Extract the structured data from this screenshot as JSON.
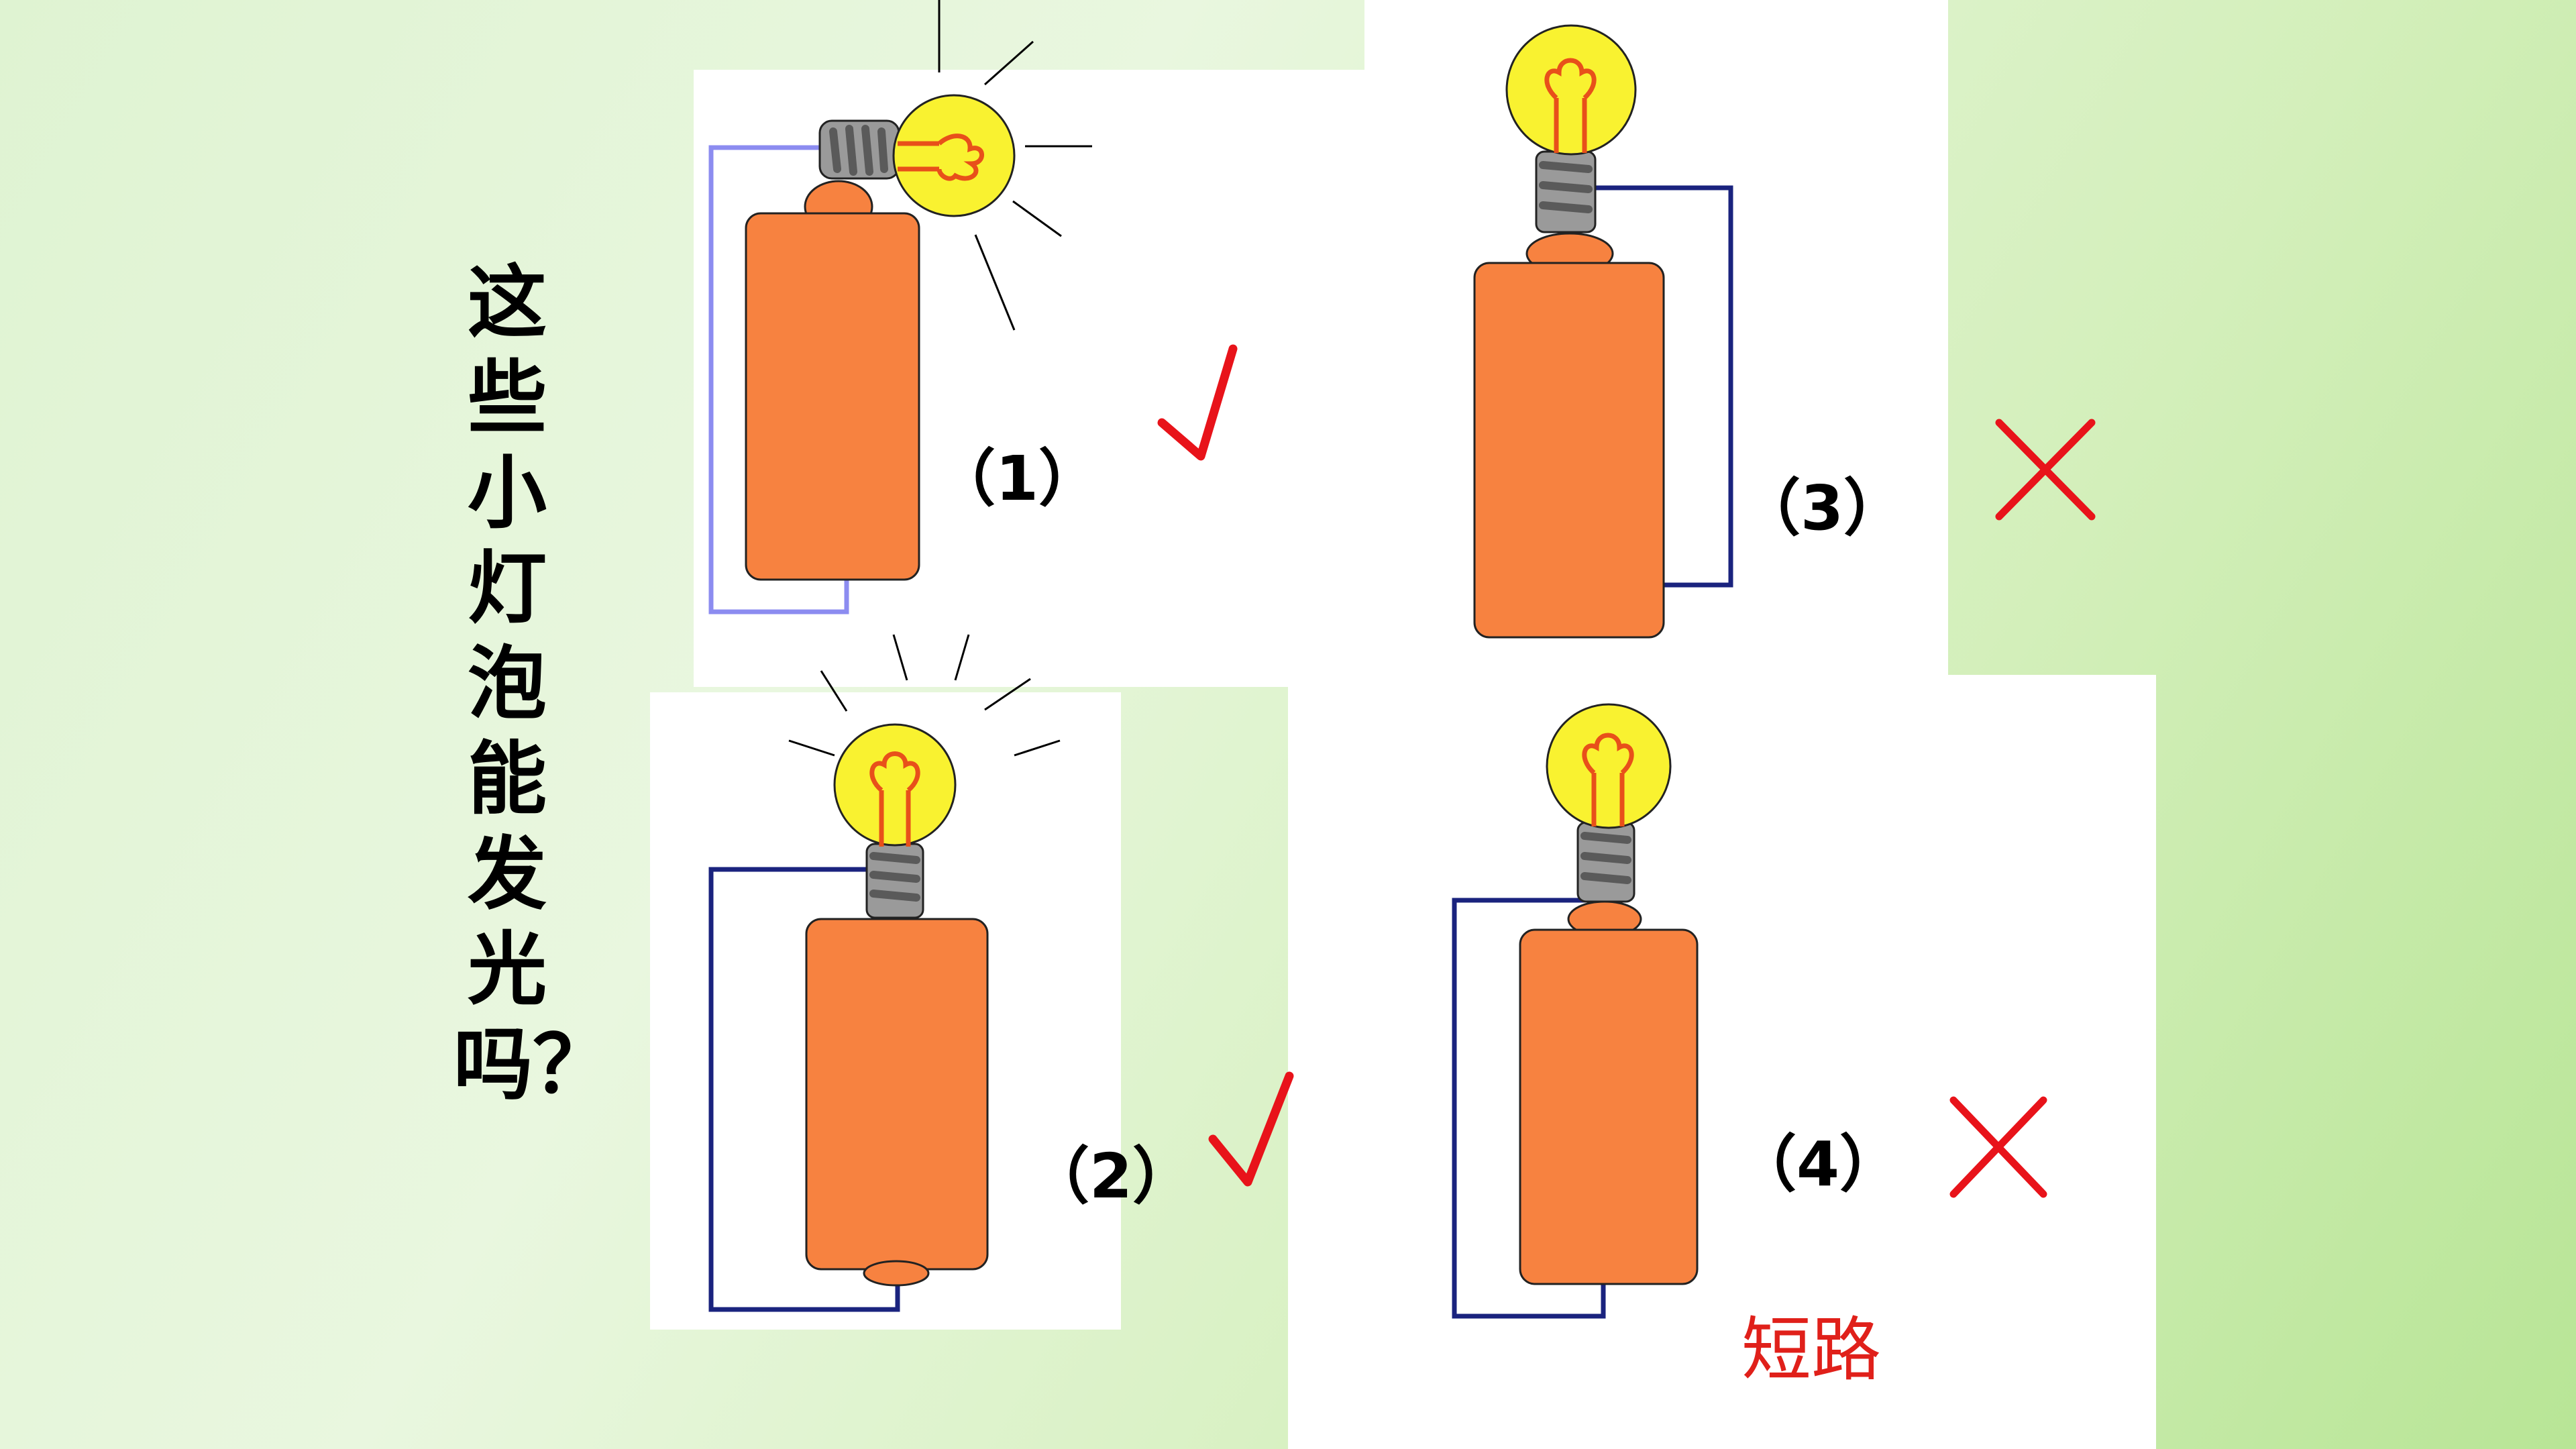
{
  "question": "这些小灯泡能发光吗？",
  "circuits": [
    {
      "label": "（1）",
      "result_mark": "check-mark-icon"
    },
    {
      "label": "（2）",
      "result_mark": "check-mark-icon"
    },
    {
      "label": "（3）",
      "result_mark": "cross-mark-icon"
    },
    {
      "label": "（4）",
      "result_mark": "cross-mark-icon",
      "note": "短路"
    }
  ],
  "colors": {
    "battery": "#f78240",
    "battery_stroke": "#222222",
    "bulb_glass": "#f9f230",
    "bulb_filament": "#e8501a",
    "bulb_base": "#9a9a9a",
    "wire_1": "#8c8cf0",
    "wire": "#1a237e",
    "check": "#e8131a",
    "cross": "#e8131a"
  }
}
